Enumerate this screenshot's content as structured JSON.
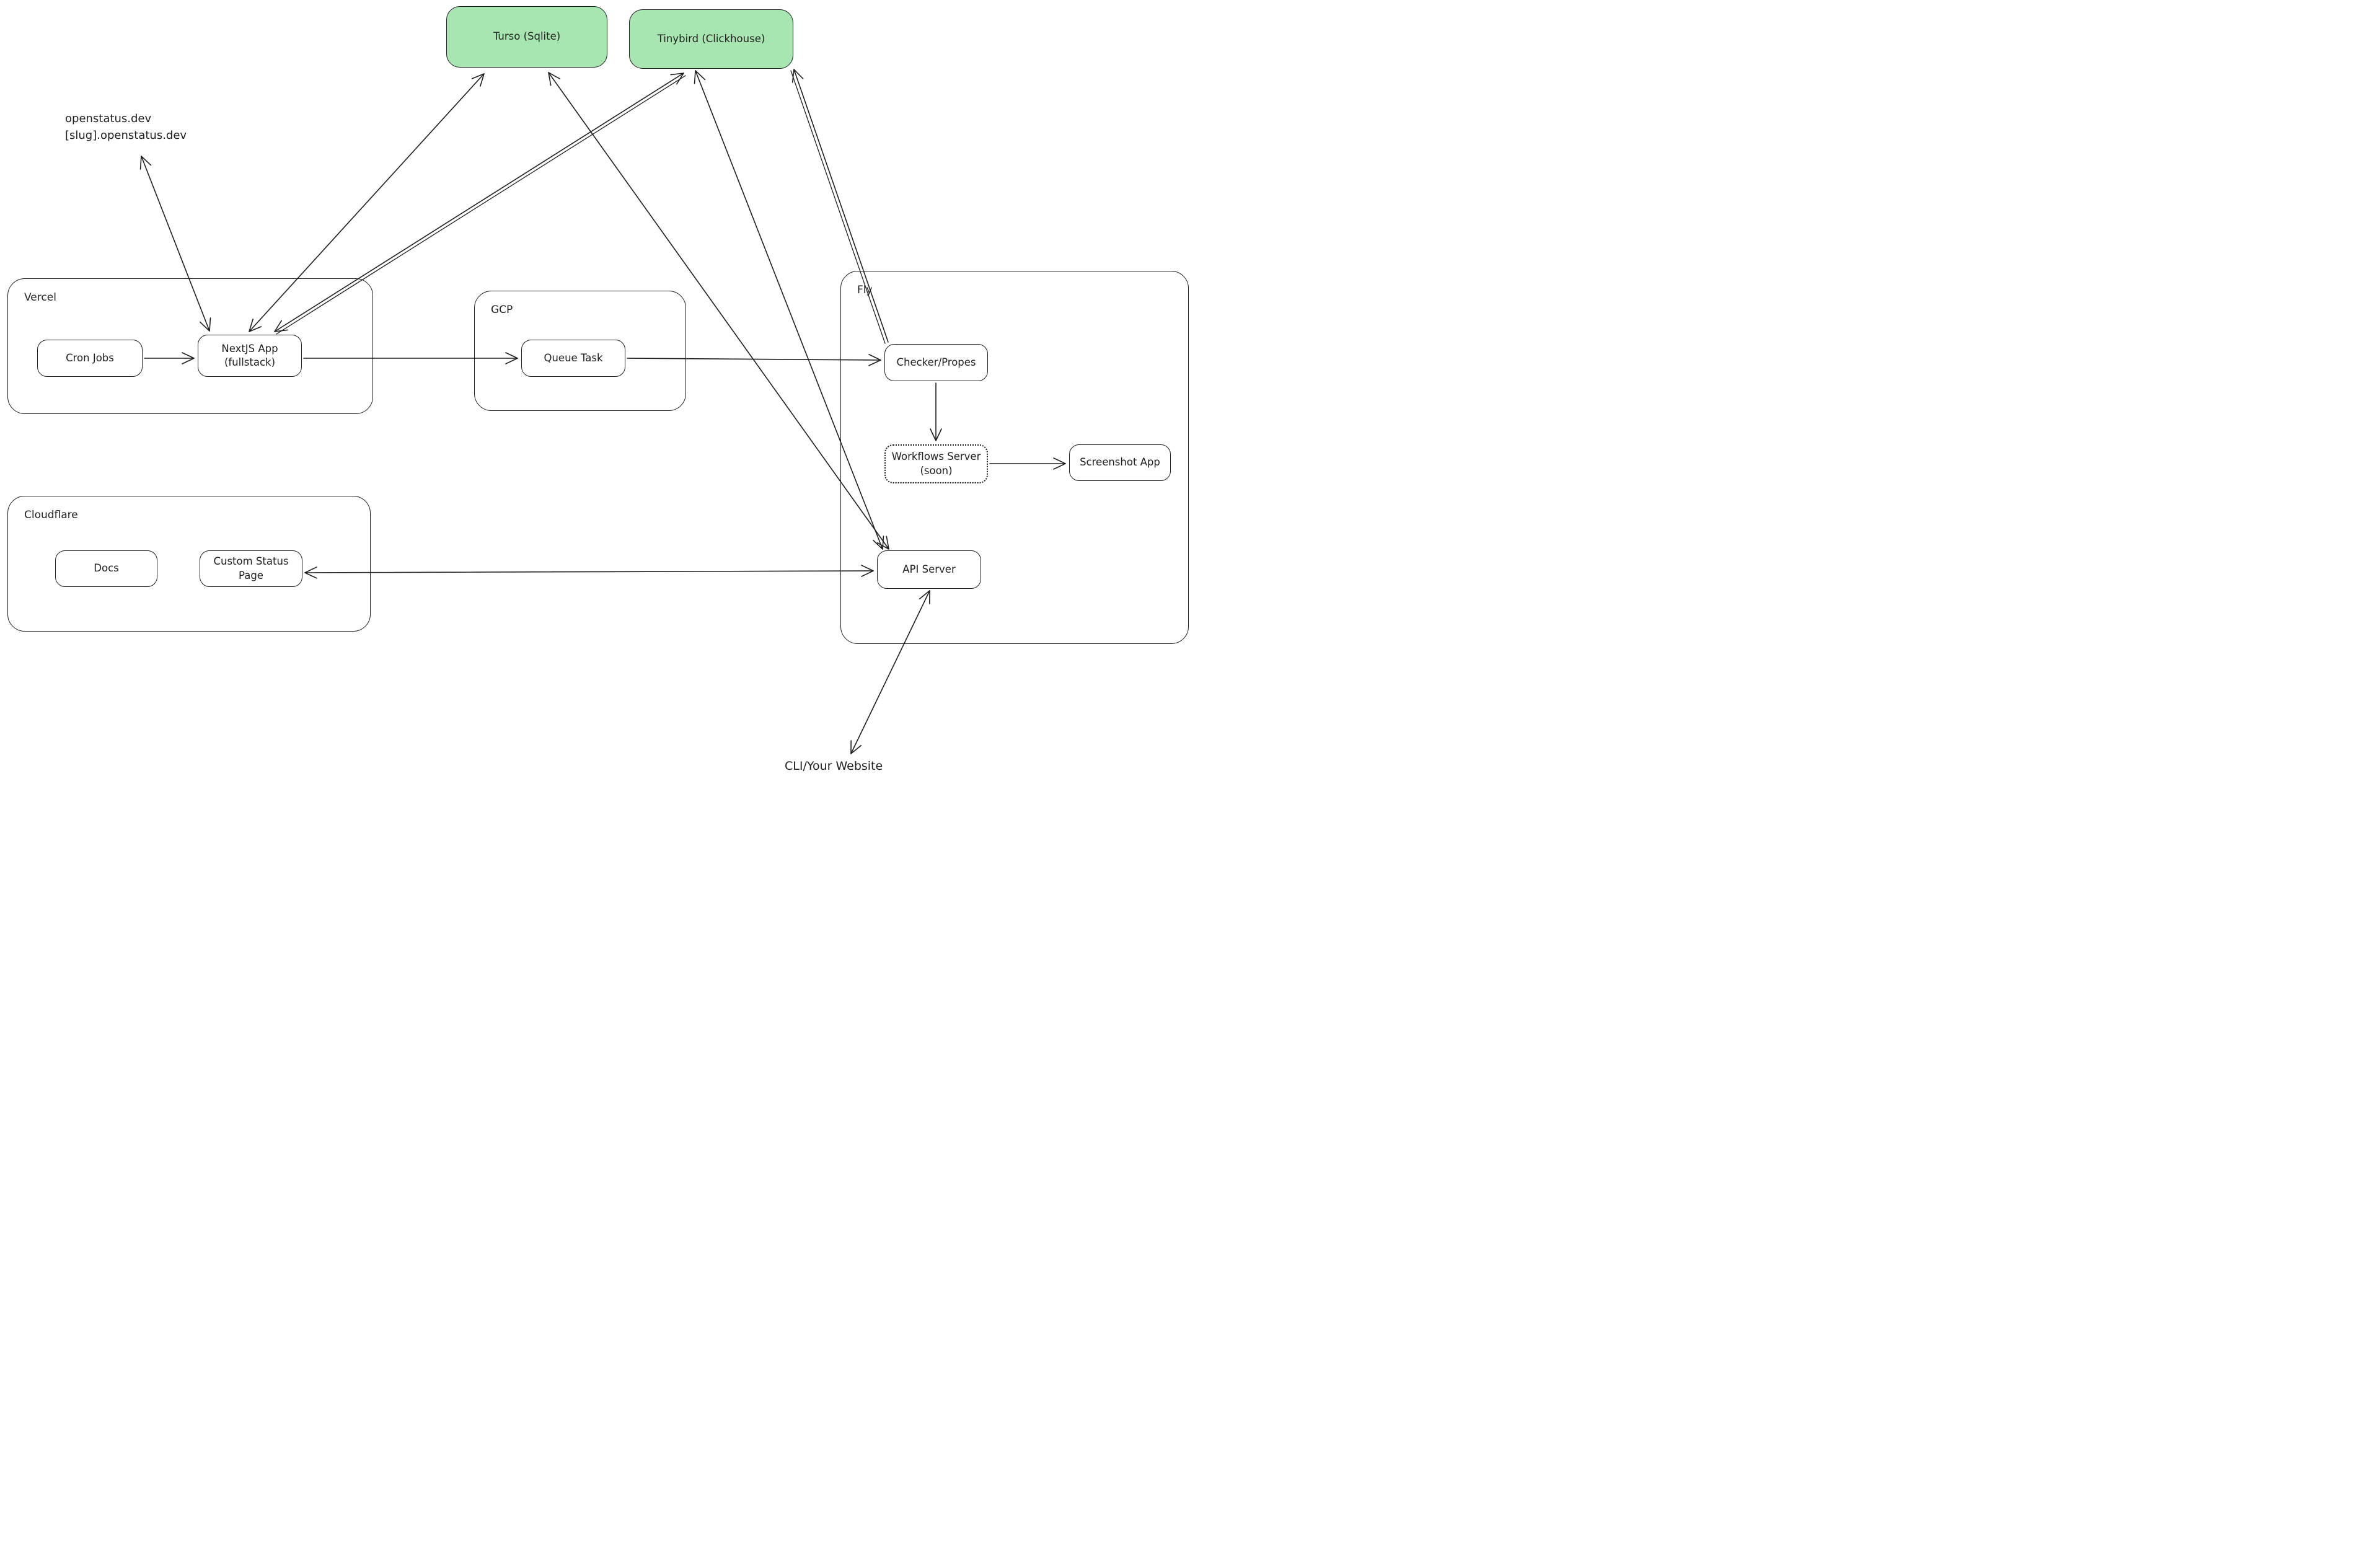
{
  "palette": {
    "background": "#ffffff",
    "stroke": "#1e1e1e",
    "db_fill": "#a8e6b1"
  },
  "containers": {
    "vercel": {
      "label": "Vercel"
    },
    "gcp": {
      "label": "GCP"
    },
    "fly": {
      "label": "Fly"
    },
    "cloudflare": {
      "label": "Cloudflare"
    }
  },
  "nodes": {
    "turso": {
      "label": "Turso (Sqlite)",
      "type": "database"
    },
    "tinybird": {
      "label": "Tinybird (Clickhouse)",
      "type": "database"
    },
    "cron": {
      "label": "Cron Jobs"
    },
    "nextjs": {
      "label": "NextJS App",
      "sublabel": "(fullstack)"
    },
    "queue": {
      "label": "Queue Task"
    },
    "checker": {
      "label": "Checker/Propes"
    },
    "workflows": {
      "label": "Workflows Server",
      "sublabel": "(soon)",
      "style": "dotted"
    },
    "screenshot": {
      "label": "Screenshot App"
    },
    "api": {
      "label": "API Server"
    },
    "docs": {
      "label": "Docs"
    },
    "status": {
      "label": "Custom Status Page"
    }
  },
  "texts": {
    "domain_line1": "openstatus.dev",
    "domain_line2": "[slug].openstatus.dev",
    "cli": "CLI/Your Website"
  },
  "connections": [
    {
      "from": "Cron Jobs",
      "to": "NextJS App",
      "direction": "one-way"
    },
    {
      "from": "NextJS App",
      "to": "Queue Task",
      "direction": "one-way"
    },
    {
      "from": "Queue Task",
      "to": "Checker/Propes",
      "direction": "one-way"
    },
    {
      "from": "Checker/Propes",
      "to": "Workflows Server (soon)",
      "direction": "one-way"
    },
    {
      "from": "Workflows Server (soon)",
      "to": "Screenshot App",
      "direction": "one-way"
    },
    {
      "from": "API Server",
      "to": "Custom Status Page",
      "direction": "two-way"
    },
    {
      "from": "NextJS App",
      "to": "openstatus.dev / [slug].openstatus.dev",
      "direction": "two-way"
    },
    {
      "from": "NextJS App",
      "to": "Turso (Sqlite)",
      "direction": "two-way"
    },
    {
      "from": "NextJS App",
      "to": "Tinybird (Clickhouse)",
      "direction": "two-way",
      "stroke": "double"
    },
    {
      "from": "Checker/Propes",
      "to": "Tinybird (Clickhouse)",
      "direction": "one-way",
      "stroke": "double"
    },
    {
      "from": "API Server",
      "to": "Turso (Sqlite)",
      "direction": "two-way"
    },
    {
      "from": "API Server",
      "to": "Tinybird (Clickhouse)",
      "direction": "two-way"
    },
    {
      "from": "API Server",
      "to": "CLI/Your Website",
      "direction": "two-way"
    }
  ]
}
